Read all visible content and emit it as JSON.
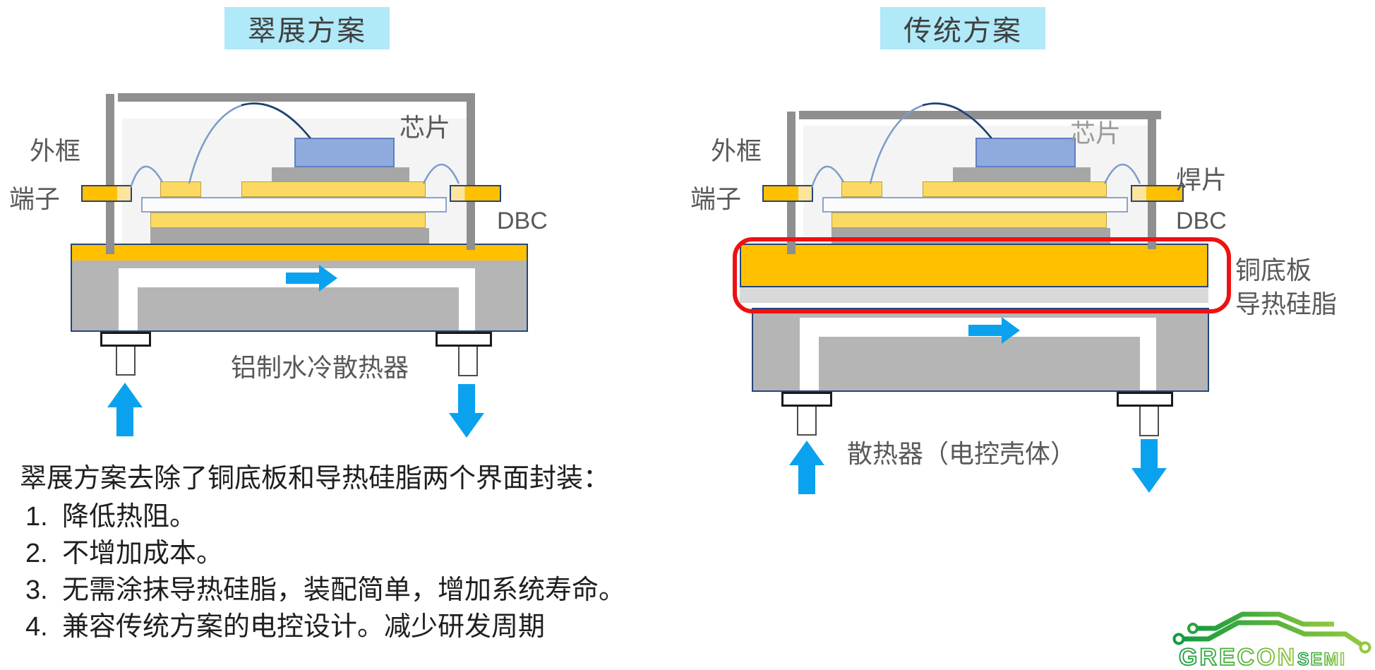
{
  "left_panel": {
    "title": "翠展方案",
    "label_frame": "外框",
    "label_terminal": "端子",
    "label_chip": "芯片",
    "label_dbc": "DBC",
    "label_heatsink": "铝制水冷散热器"
  },
  "right_panel": {
    "title": "传统方案",
    "label_frame": "外框",
    "label_terminal": "端子",
    "label_chip": "芯片",
    "label_solder_tab": "焊片",
    "label_dbc": "DBC",
    "label_copper_baseplate": "铜底板",
    "label_thermal_grease": "导热硅脂",
    "label_heatsink": "散热器（电控壳体）"
  },
  "notes": {
    "intro": "翠展方案去除了铜底板和导热硅脂两个界面封装：",
    "items": [
      {
        "num": "1.",
        "text": "降低热阻。"
      },
      {
        "num": "2.",
        "text": "不增加成本。"
      },
      {
        "num": "3.",
        "text": "无需涂抹导热硅脂，装配简单，增加系统寿命。"
      },
      {
        "num": "4.",
        "text": "兼容传统方案的电控设计。减少研发周期"
      }
    ]
  },
  "logo": {
    "brand": "GRECON",
    "suffix": "semi"
  },
  "colors": {
    "title_bg_cyan": "#b0e9f8",
    "gold": "#ffc000",
    "pale_gold": "#fce49a",
    "pad_yellow": "#fbd963",
    "chip_blue": "#8faadc",
    "solder_gray": "#a6a6a6",
    "frame_gray": "#8f8f8f",
    "heatsink_gray": "#b5b5b5",
    "navy_border": "#24457c",
    "grease_gray": "#d9d9d9",
    "highlight_red": "#ee1111",
    "arrow_blue": "#0aa2ee",
    "wire_blue": "#7d9cc8",
    "logo_green_dark": "#169c3e",
    "logo_green_light": "#95c83d"
  }
}
